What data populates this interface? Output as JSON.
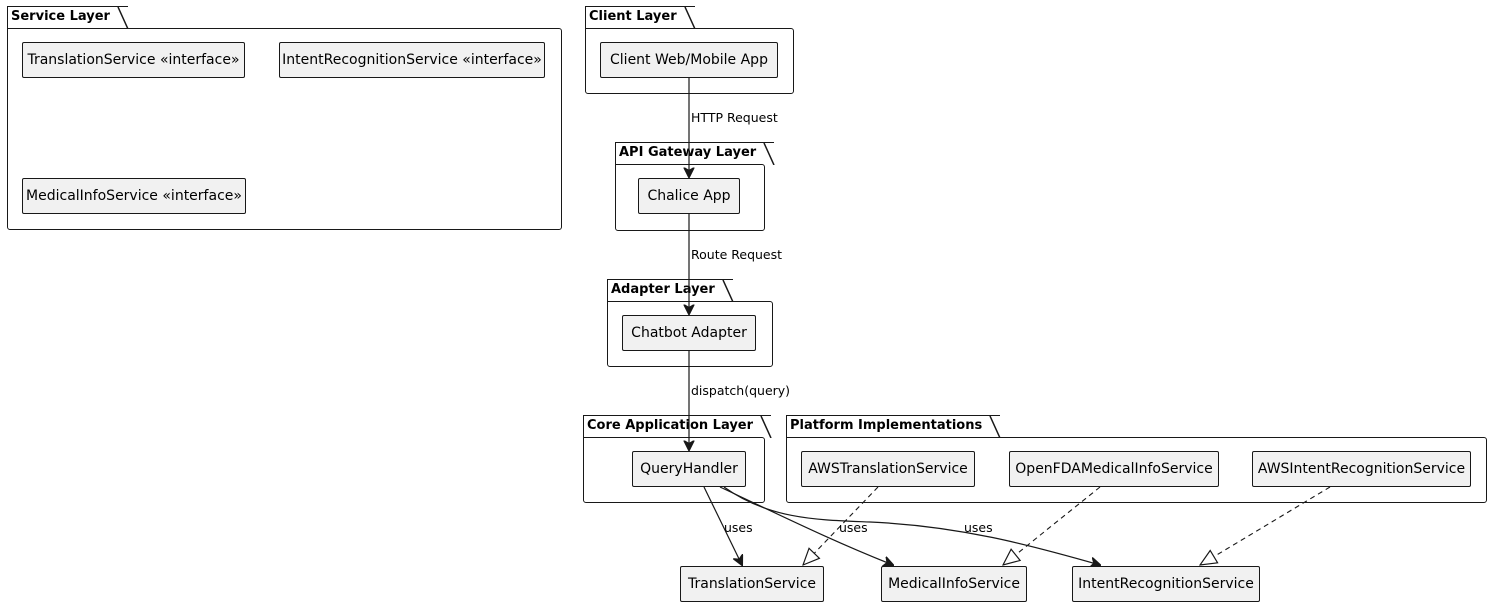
{
  "packages": {
    "service": "Service Layer",
    "client": "Client Layer",
    "api_gateway": "API Gateway Layer",
    "adapter": "Adapter Layer",
    "core": "Core Application Layer",
    "platform": "Platform Implementations"
  },
  "nodes": {
    "translation_iface": "TranslationService «interface»",
    "intent_iface": "IntentRecognitionService «interface»",
    "medical_iface": "MedicalInfoService «interface»",
    "client_app": "Client Web/Mobile App",
    "chalice_app": "Chalice App",
    "chatbot_adapter": "Chatbot Adapter",
    "query_handler": "QueryHandler",
    "aws_translation": "AWSTranslationService",
    "openfda_medical": "OpenFDAMedicalInfoService",
    "aws_intent": "AWSIntentRecognitionService",
    "translation_service": "TranslationService",
    "medical_service": "MedicalInfoService",
    "intent_service": "IntentRecognitionService"
  },
  "edges": {
    "http_request": "HTTP Request",
    "route_request": "Route Request",
    "dispatch": "dispatch(query)",
    "uses_translation": "uses",
    "uses_medical": "uses",
    "uses_intent": "uses"
  }
}
